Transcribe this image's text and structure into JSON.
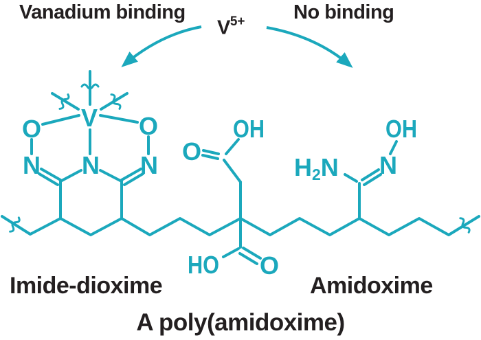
{
  "colors": {
    "structure_teal": "#1BA8BC",
    "text_ink": "#231F20"
  },
  "header": {
    "left_label": "Vanadium binding",
    "ion_symbol": "V",
    "ion_charge": "5+",
    "right_label": "No binding"
  },
  "labels": {
    "left_structure": "Imide-dioxime",
    "right_structure": "Amidoxime",
    "caption": "A poly(amidoxime)"
  },
  "atoms": {
    "imide": {
      "o_left": "O",
      "n_left": "N",
      "v": "V",
      "n_center": "N",
      "o_right": "O",
      "n_right": "N"
    },
    "carboxyl_top": {
      "o": "O",
      "oh": "OH"
    },
    "carboxyl_bottom": {
      "ho": "HO",
      "o": "O"
    },
    "amidoxime": {
      "h": "H",
      "sub2": "2",
      "n_amine": "N",
      "n_oxime": "N",
      "oh": "OH"
    }
  }
}
